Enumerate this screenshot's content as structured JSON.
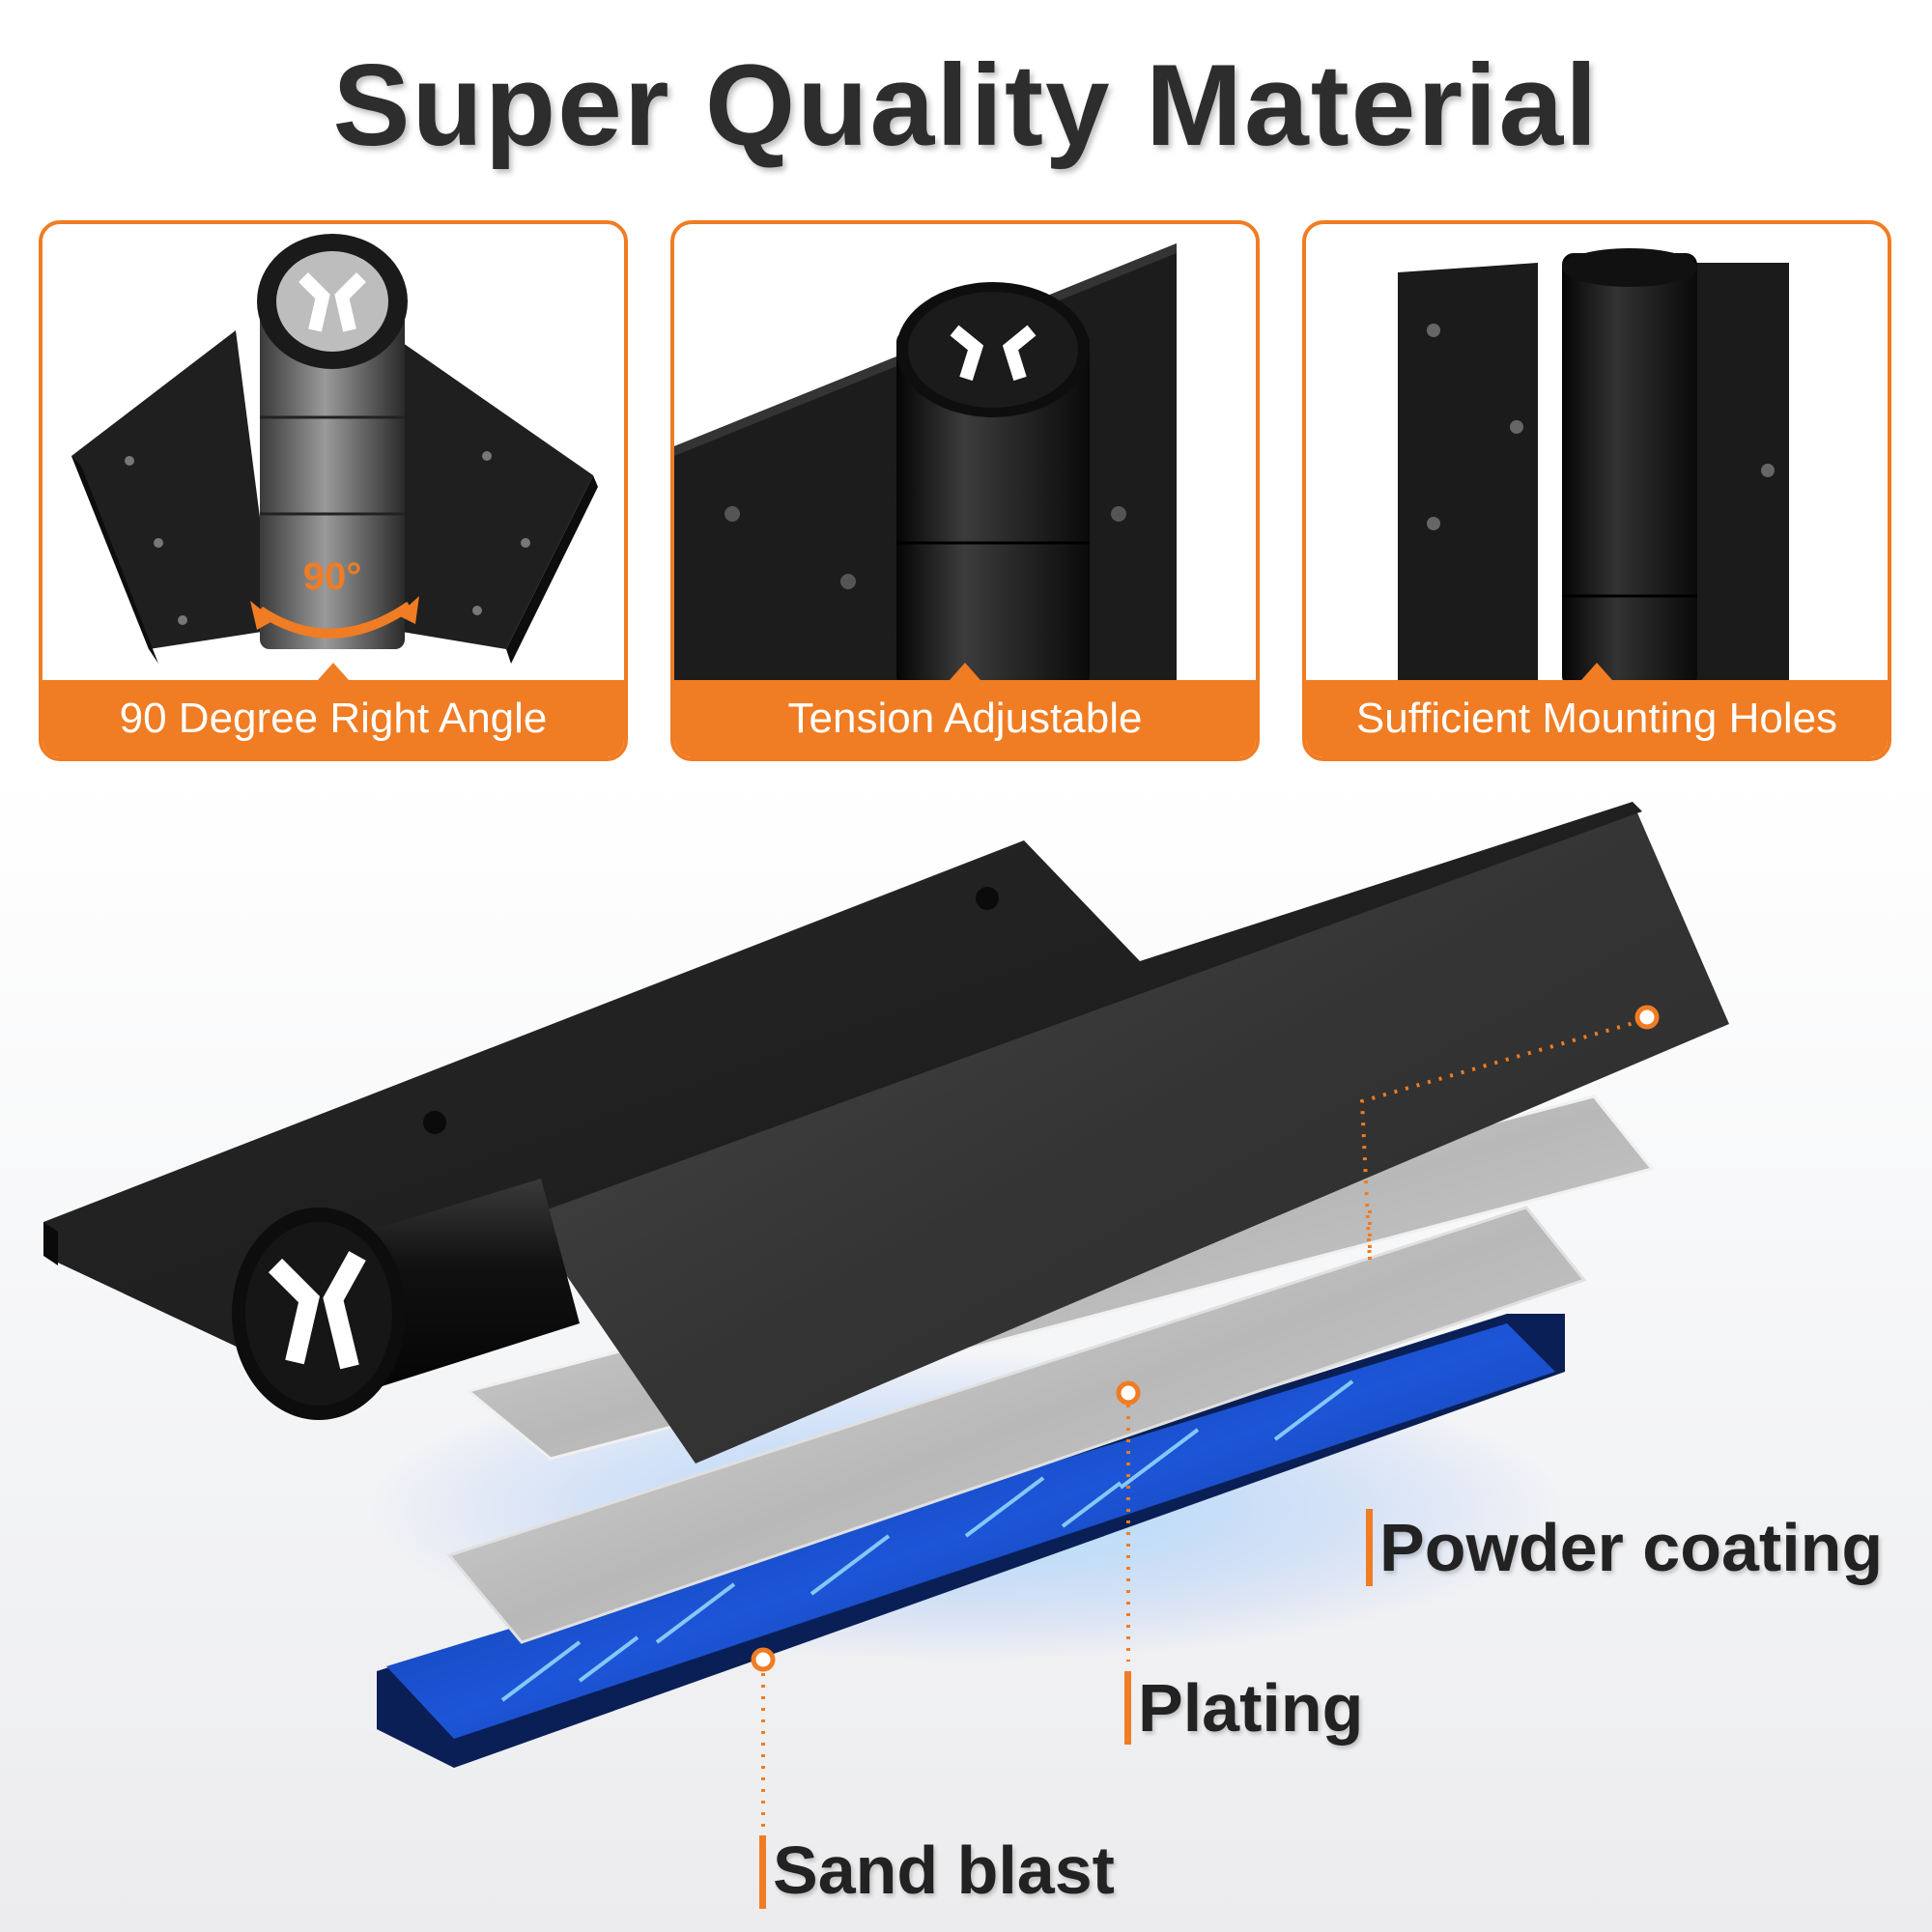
{
  "title": "Super Quality Material",
  "features": [
    {
      "label": "90 Degree Right Angle",
      "badge": "90°"
    },
    {
      "label": "Tension Adjustable"
    },
    {
      "label": "Sufficient Mounting Holes"
    }
  ],
  "layers": [
    {
      "label": "Powder coating"
    },
    {
      "label": "Plating"
    },
    {
      "label": "Sand blast"
    }
  ],
  "colors": {
    "accent": "#f07c23",
    "product": "#1c1c1c",
    "glow": "#2a6bff"
  }
}
